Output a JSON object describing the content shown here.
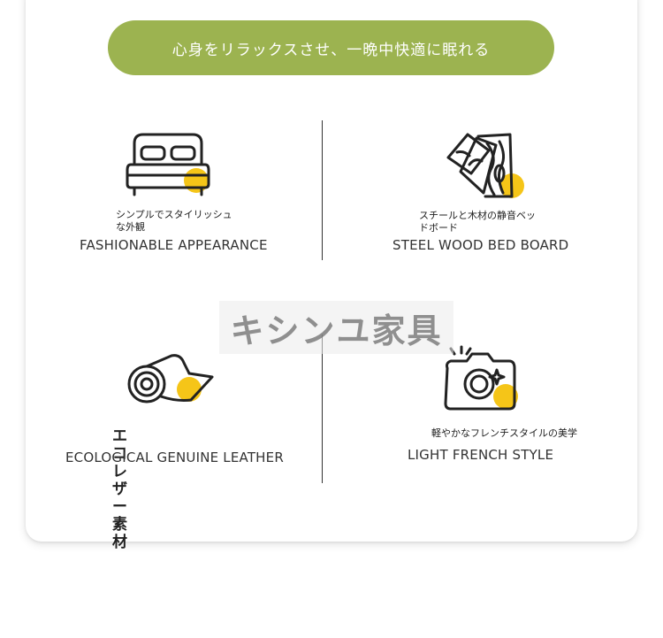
{
  "banner": {
    "text": "心身をリラックスさせ、一晩中快適に眠れる"
  },
  "features": [
    {
      "jp": "シンプルでスタイリッシュな外観",
      "en": "FASHIONABLE APPEARANCE",
      "icon": "bed-icon"
    },
    {
      "jp": "スチールと木材の静音ベッドボード",
      "en": "STEEL WOOD BED BOARD",
      "icon": "wood-plank-icon"
    },
    {
      "jp": "エコレザー素材",
      "en": "ECOLOGICAL GENUINE LEATHER",
      "icon": "leather-roll-icon"
    },
    {
      "jp": "軽やかなフレンチスタイルの美学",
      "en": "LIGHT FRENCH STYLE",
      "icon": "camera-icon"
    }
  ],
  "watermark": {
    "text": "キシンユ家具"
  },
  "colors": {
    "banner": "#9cb350",
    "accent_dot": "#f5c518",
    "line": "#222222"
  }
}
